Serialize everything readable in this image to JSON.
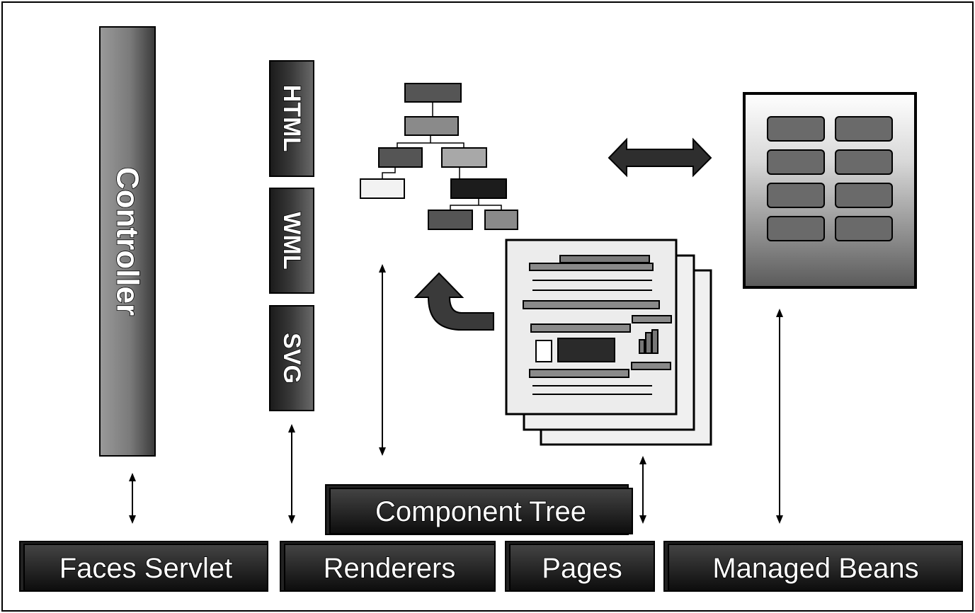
{
  "controller": {
    "label": "Controller"
  },
  "renderer_kinds": [
    {
      "label": "HTML"
    },
    {
      "label": "WML"
    },
    {
      "label": "SVG"
    }
  ],
  "component_tree": {
    "label": "Component Tree"
  },
  "bottom_bar": [
    {
      "label": "Faces Servlet"
    },
    {
      "label": "Renderers"
    },
    {
      "label": "Pages"
    },
    {
      "label": "Managed Beans"
    }
  ]
}
